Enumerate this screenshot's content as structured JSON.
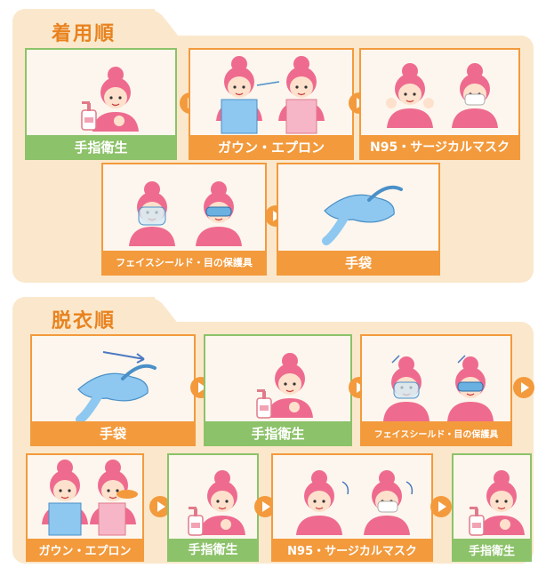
{
  "donning": {
    "title": "着用順",
    "steps": [
      {
        "label": "手指衛生",
        "icon": "hand-hygiene-icon"
      },
      {
        "label": "ガウン・エプロン",
        "icon": "gown-apron-icon"
      },
      {
        "label": "N95・サージカルマスク",
        "icon": "mask-icon"
      },
      {
        "label": "フェイスシールド・目の保護具",
        "icon": "face-shield-icon"
      },
      {
        "label": "手袋",
        "icon": "gloves-icon"
      }
    ]
  },
  "doffing": {
    "title": "脱衣順",
    "steps": [
      {
        "label": "手袋",
        "icon": "gloves-icon"
      },
      {
        "label": "手指衛生",
        "icon": "hand-hygiene-icon"
      },
      {
        "label": "フェイスシールド・目の保護具",
        "icon": "face-shield-icon"
      },
      {
        "label": "ガウン・エプロン",
        "icon": "gown-apron-icon"
      },
      {
        "label": "手指衛生",
        "icon": "hand-hygiene-icon"
      },
      {
        "label": "N95・サージカルマスク",
        "icon": "mask-icon"
      },
      {
        "label": "手指衛生",
        "icon": "hand-hygiene-icon"
      }
    ]
  },
  "colors": {
    "orange": "#f39a3c",
    "green": "#8cc269",
    "panel": "#fbe8cc",
    "title": "#e8821e"
  }
}
